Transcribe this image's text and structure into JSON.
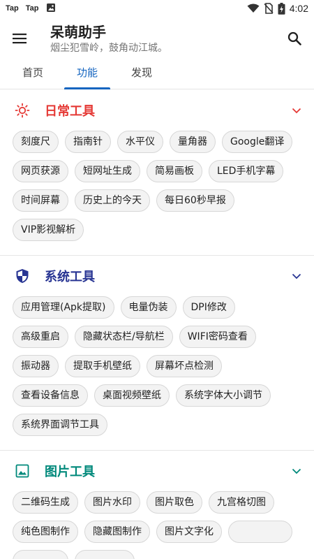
{
  "status_bar": {
    "left_items": [
      "Tap",
      "Tap"
    ],
    "time": "4:02"
  },
  "appbar": {
    "title": "呆萌助手",
    "subtitle": "烟尘犯雪岭，鼓角动江城。"
  },
  "tabs": [
    {
      "label": "首页",
      "active": false
    },
    {
      "label": "功能",
      "active": true
    },
    {
      "label": "发现",
      "active": false
    }
  ],
  "sections": [
    {
      "title": "日常工具",
      "color": "#e53935",
      "icon": "sun-icon",
      "chips": [
        "刻度尺",
        "指南针",
        "水平仪",
        "量角器",
        "Google翻译",
        "网页获源",
        "短网址生成",
        "简易画板",
        "LED手机字幕",
        "时间屏幕",
        "历史上的今天",
        "每日60秒早报",
        "VIP影视解析"
      ]
    },
    {
      "title": "系统工具",
      "color": "#283593",
      "icon": "shield-icon",
      "chips": [
        "应用管理(Apk提取)",
        "电量伪装",
        "DPI修改",
        "高级重启",
        "隐藏状态栏/导航栏",
        "WIFI密码查看",
        "振动器",
        "提取手机壁纸",
        "屏幕坏点检测",
        "查看设备信息",
        "桌面视频壁纸",
        "系统字体大小调节",
        "系统界面调节工具"
      ]
    },
    {
      "title": "图片工具",
      "color": "#00897b",
      "icon": "image-icon",
      "chips": [
        "二维码生成",
        "图片水印",
        "图片取色",
        "九宫格切图",
        "纯色图制作",
        "隐藏图制作",
        "图片文字化",
        "",
        "",
        ""
      ]
    }
  ]
}
